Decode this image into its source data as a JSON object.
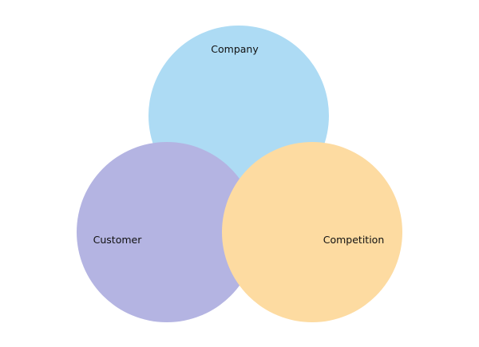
{
  "diagram": {
    "type": "venn",
    "sets": [
      {
        "id": "company",
        "label": "Company",
        "color": "#ADDBF4",
        "opacity": 0.45
      },
      {
        "id": "customer",
        "label": "Customer",
        "color": "#B4B4E2",
        "opacity": 0.45
      },
      {
        "id": "competition",
        "label": "Competition",
        "color": "#FDDBA1",
        "opacity": 0.45
      }
    ]
  }
}
